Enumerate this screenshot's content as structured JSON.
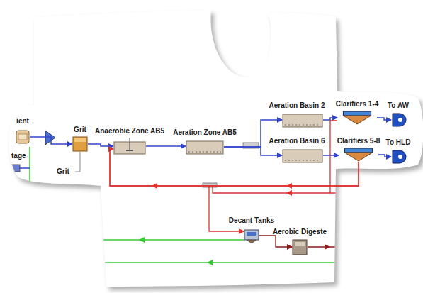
{
  "diagram": {
    "nodes": [
      {
        "text": [
          "ient"
        ]
      },
      {
        "text": [
          "Grit"
        ]
      },
      {
        "text": [
          "Anaerobic Zone AB5"
        ]
      },
      {
        "text": [
          "Aeration Zone AB5"
        ]
      },
      {
        "text": [
          "Aeration Basin 2"
        ]
      },
      {
        "text": [
          "Clarifiers 1-4"
        ]
      },
      {
        "text": [
          "To AW"
        ]
      },
      {
        "text": [
          "Aeration Basin 6"
        ]
      },
      {
        "text": [
          "Clarifiers 5-8"
        ]
      },
      {
        "text": [
          "To HLD"
        ]
      },
      {
        "text": [
          "Decant Tanks"
        ]
      },
      {
        "text": [
          "Aerobic Digeste"
        ]
      }
    ],
    "edges": [
      {
        "from": 0,
        "to": 1,
        "arrow": "to"
      },
      {
        "from": 1,
        "to": 2,
        "arrow": "to"
      },
      {
        "from": 2,
        "to": 3,
        "arrow": "to"
      },
      {
        "from": 3,
        "to": 4,
        "arrow": "to"
      },
      {
        "from": 3,
        "to": 7,
        "arrow": "to"
      },
      {
        "from": 4,
        "to": 5,
        "arrow": "to"
      },
      {
        "from": 5,
        "to": 6,
        "arrow": "to"
      },
      {
        "from": 7,
        "to": 8,
        "arrow": "to"
      },
      {
        "from": 8,
        "to": 9,
        "arrow": "to"
      },
      {
        "from": 8,
        "to": 2,
        "arrow": "to"
      },
      {
        "from": 5,
        "to": 2,
        "arrow": "to"
      },
      {
        "from": 8,
        "to": 10,
        "arrow": "to"
      },
      {
        "from": 10,
        "to": 11,
        "arrow": "to"
      }
    ],
    "labels": [
      "tage",
      "Grit"
    ]
  }
}
